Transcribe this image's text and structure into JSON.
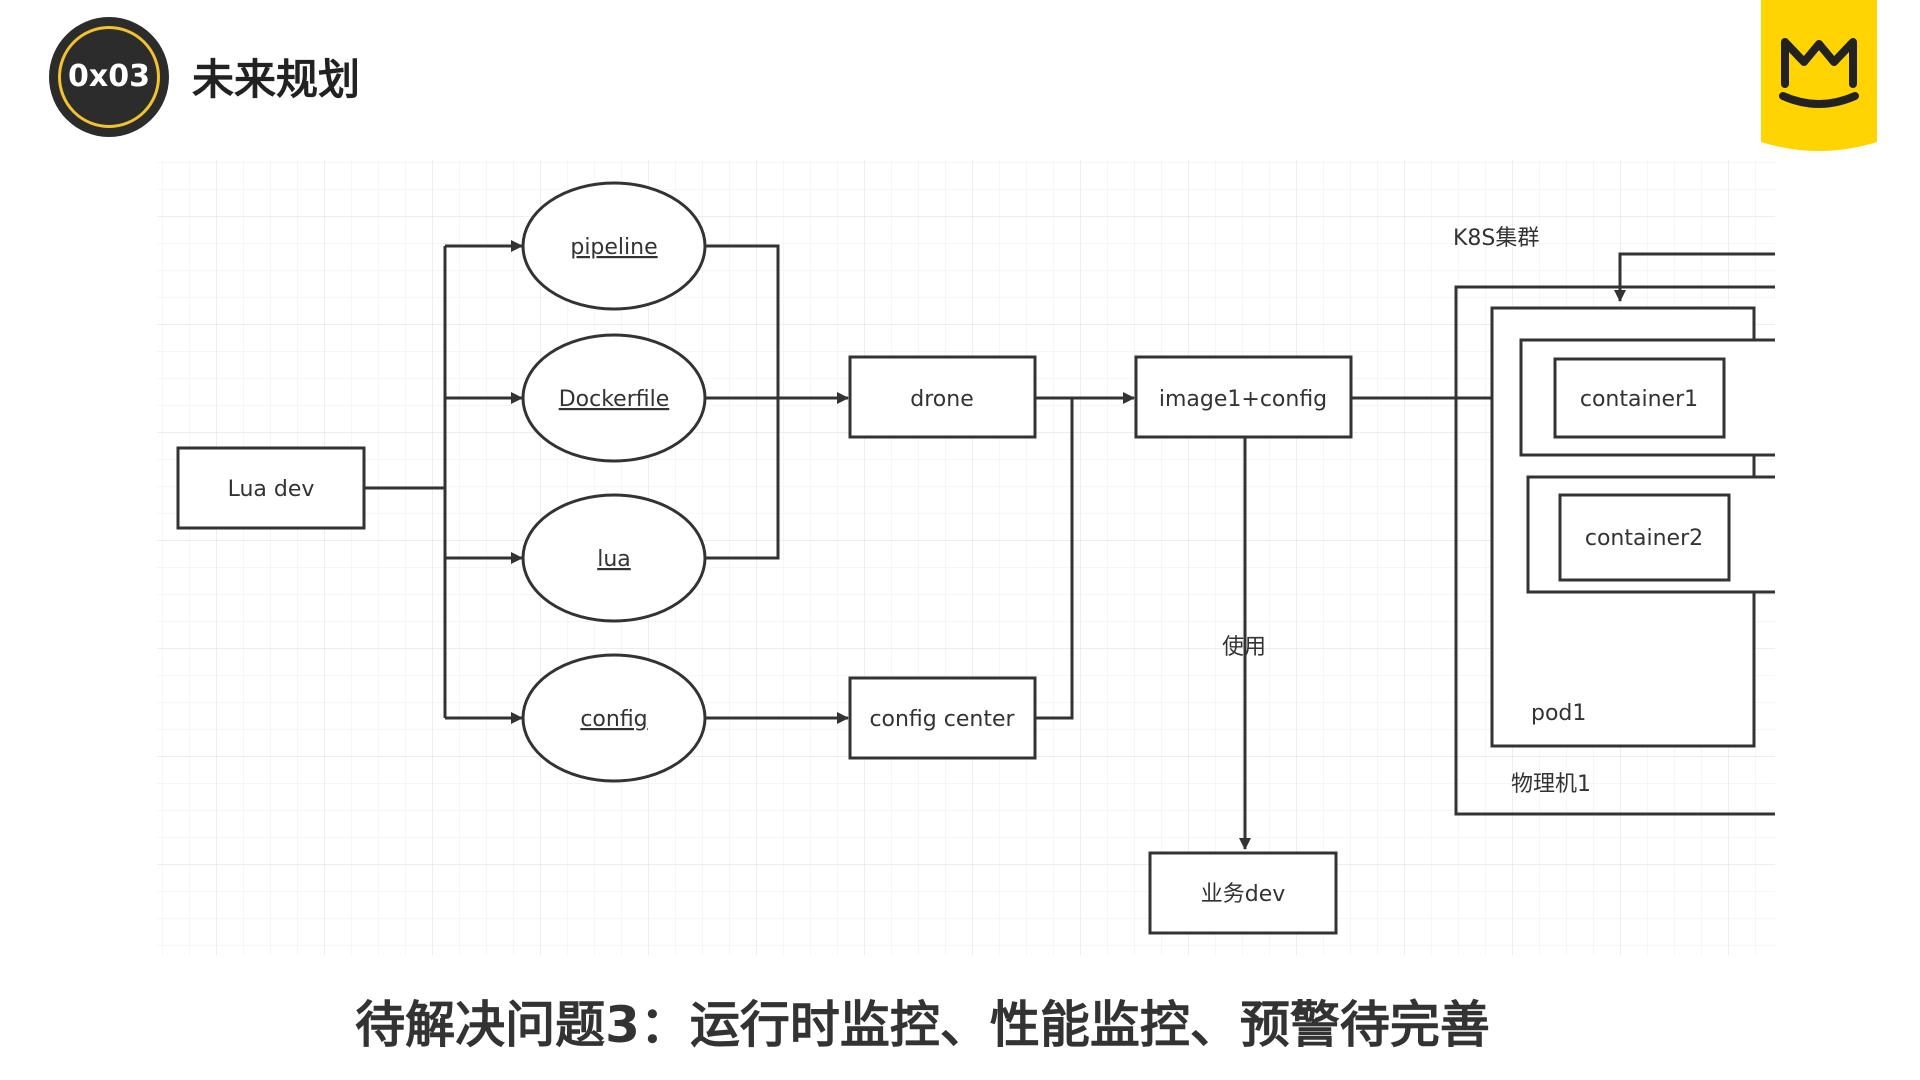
{
  "header": {
    "badge": "0x03",
    "title": "未来规划"
  },
  "colors": {
    "badge_bg": "#2c2c2c",
    "badge_ring": "#f2c230",
    "brand_yellow": "#ffd400",
    "line": "#333333",
    "grid": "#e6e6e6"
  },
  "diagram": {
    "nodes": {
      "lua_dev": "Lua dev",
      "pipeline": "pipeline",
      "dockerfile": "Dockerfile",
      "lua": "lua",
      "config": "config",
      "drone": "drone",
      "config_center": "config center",
      "image_config": "image1+config",
      "business_dev": "业务dev",
      "container1": "container1",
      "container2": "container2",
      "pod": "pod1",
      "machine": "物理机1",
      "cluster": "K8S集群"
    },
    "edge_labels": {
      "use": "使用"
    }
  },
  "footer": {
    "caption": "待解决问题3：运行时监控、性能监控、预警待完善"
  }
}
